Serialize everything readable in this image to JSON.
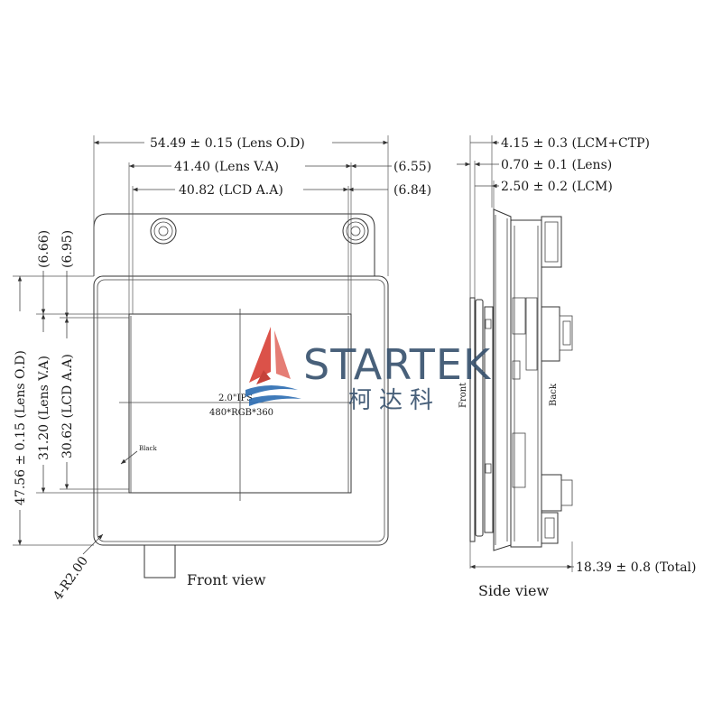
{
  "front_view": {
    "caption": "Front view",
    "lens_od_width": "54.49 ± 0.15 (Lens O.D)",
    "lens_va_width": "41.40 (Lens V.A)",
    "lcd_aa_width": "40.82 (LCD A.A)",
    "right_margin_va": "(6.55)",
    "right_margin_aa": "(6.84)",
    "top_margin_va": "(6.66)",
    "top_margin_aa": "(6.95)",
    "lens_od_height": "47.56 ± 0.15 (Lens O.D)",
    "lens_va_height": "31.20 (Lens V.A)",
    "lcd_aa_height": "30.62 (LCD A.A)",
    "corner_radius": "4-R2.00",
    "panel_type": "2.0\"IPS",
    "resolution": "480*RGB*360",
    "black_label": "Black"
  },
  "side_view": {
    "caption": "Side view",
    "lcm_ctp": "4.15 ± 0.3 (LCM+CTP)",
    "lens": "0.70 ± 0.1 (Lens)",
    "lcm": "2.50 ± 0.2 (LCM)",
    "total": "18.39 ± 0.8 (Total)",
    "front_label": "Front",
    "back_label": "Back"
  },
  "watermark": {
    "brand": "STARTEK",
    "brand_cn": "柯达科",
    "colors": {
      "red": "#d9443a",
      "blue": "#2f6fb4",
      "text": "#39536f"
    }
  }
}
